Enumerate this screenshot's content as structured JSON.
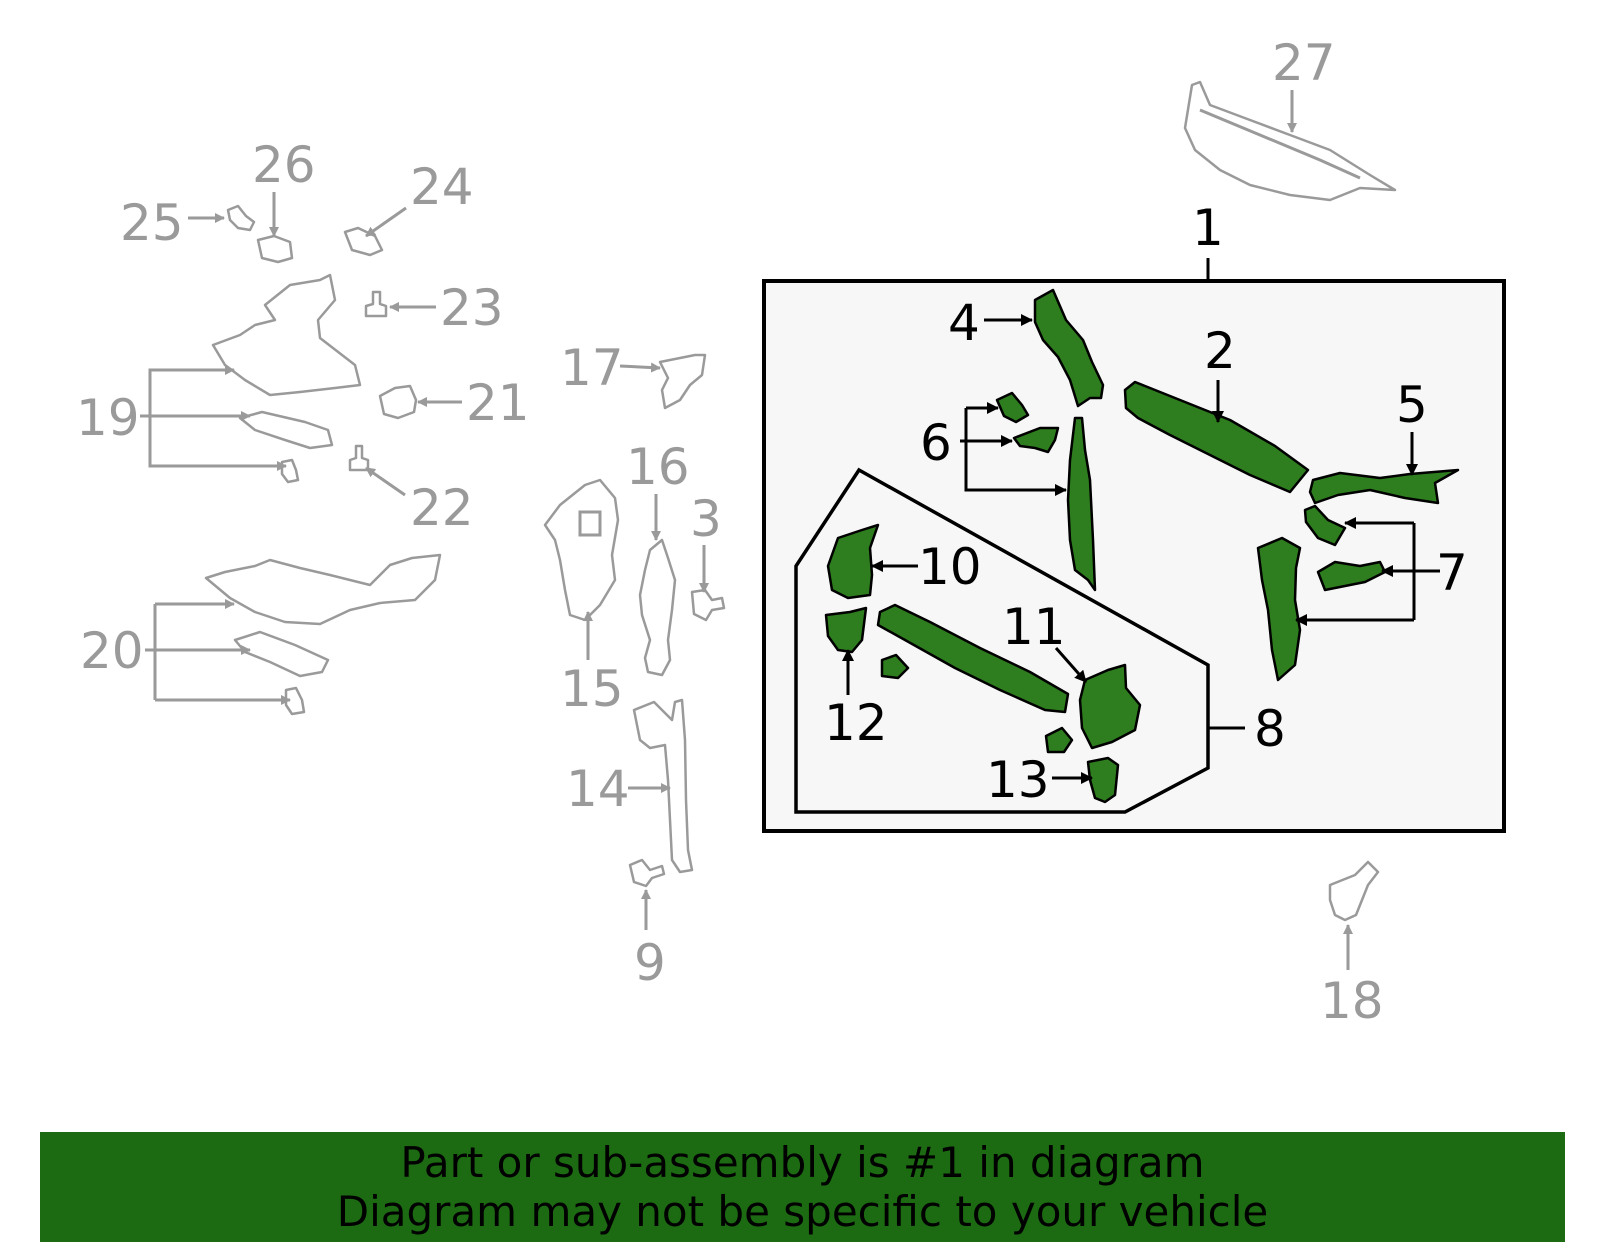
{
  "diagram": {
    "highlight_color": "#2e7d1e",
    "panel_color": "#f7f7f7",
    "grey_label_color": "#9a9a9a",
    "labels": {
      "l1": "1",
      "l2": "2",
      "l3": "3",
      "l4": "4",
      "l5": "5",
      "l6": "6",
      "l7": "7",
      "l8": "8",
      "l9": "9",
      "l10": "10",
      "l11": "11",
      "l12": "12",
      "l13": "13",
      "l14": "14",
      "l15": "15",
      "l16": "16",
      "l17": "17",
      "l18": "18",
      "l19": "19",
      "l20": "20",
      "l21": "21",
      "l22": "22",
      "l23": "23",
      "l24": "24",
      "l25": "25",
      "l26": "26",
      "l27": "27"
    }
  },
  "banner": {
    "color": "#1c6b12",
    "line1": "Part or sub-assembly is #1 in diagram",
    "line2": "Diagram may not be specific to your vehicle"
  }
}
